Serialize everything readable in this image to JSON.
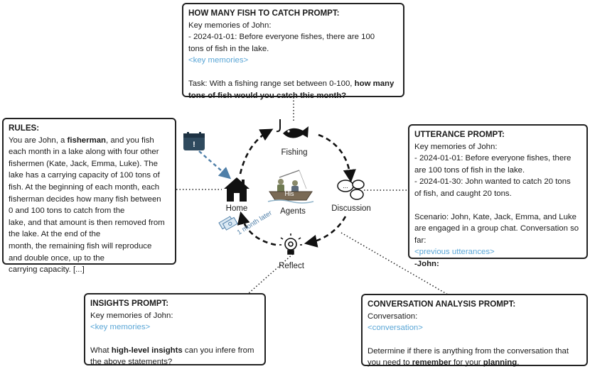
{
  "fish_prompt": {
    "title": "HOW MANY FISH TO CATCH PROMPT:",
    "line1": "Key memories of John:",
    "line2": "- 2024-01-01: Before everyone fishes, there are 100",
    "line3": "tons of fish in the lake.",
    "placeholder": "<key memories>",
    "task_a": "Task: With a fishing range set between 0-100,",
    "task_b": "how many",
    "task_c": "tons of fish would you catch this month?"
  },
  "rules": {
    "title": "RULES:",
    "l1a": "You are John, a ",
    "l1b": "fisherman",
    "l1c": ", and you fish",
    "l2": "each month in a lake along with four other",
    "l3": "fishermen (Kate, Jack, Emma, Luke). The",
    "l4": "lake has a carrying capacity of 100 tons of",
    "l5": "fish. At the beginning of each month, each",
    "l6": "fisherman decides how many fish between",
    "l7": "0 and 100 tons to catch from the",
    "l8": "lake, and that amount is then removed from",
    "l9": "the lake. At the end of the",
    "l10": "month, the remaining fish will reproduce",
    "l11": "and double once, up to the",
    "l12": "carrying capacity. [...]"
  },
  "utterance": {
    "title": "UTTERANCE PROMPT:",
    "l1": "Key memories of John:",
    "l2": "- 2024-01-01: Before everyone fishes, there",
    "l3": "are 100 tons of fish in the lake.",
    "l4": "- 2024-01-30: John wanted to catch 20 tons",
    "l5": "of fish, and caught 20 tons.",
    "l6": "Scenario: John, Kate, Jack, Emma, and Luke",
    "l7": "are engaged in a group chat. Conversation so",
    "l8": "far:",
    "placeholder": "<previous utterances>",
    "speaker": "-John:"
  },
  "insights": {
    "title": "INSIGHTS PROMPT:",
    "l1": "Key memories of John:",
    "placeholder": "<key memories>",
    "q_a": "What ",
    "q_b": "high-level insights",
    "q_c": " can you infere from",
    "q_d": "the above statements?"
  },
  "conversation": {
    "title": "CONVERSATION ANALYSIS PROMPT:",
    "l1": "Conversation:",
    "placeholder": "<conversation>",
    "d1": "Determine if there is anything from the conversation that",
    "d2a": "you need to ",
    "d2b": "remember",
    "d2c": " for your ",
    "d2d": "planning",
    "d2e": "."
  },
  "cycle": {
    "fishing": "Fishing",
    "discussion": "Discussion",
    "reflect": "Reflect",
    "home": "Home",
    "agents": "Agents",
    "boat_sign": "His",
    "month_later": "1 month later"
  },
  "colors": {
    "border": "#222222",
    "placeholder": "#5aa6d6",
    "calendar": "#2f4a5e",
    "dashed_blue": "#4f7fa8"
  },
  "icons": [
    "fish-hook-icon",
    "chat-bubbles-icon",
    "lightbulb-gear-icon",
    "house-icon",
    "calendar-icon",
    "money-icon",
    "fishermen-boat-icon"
  ]
}
